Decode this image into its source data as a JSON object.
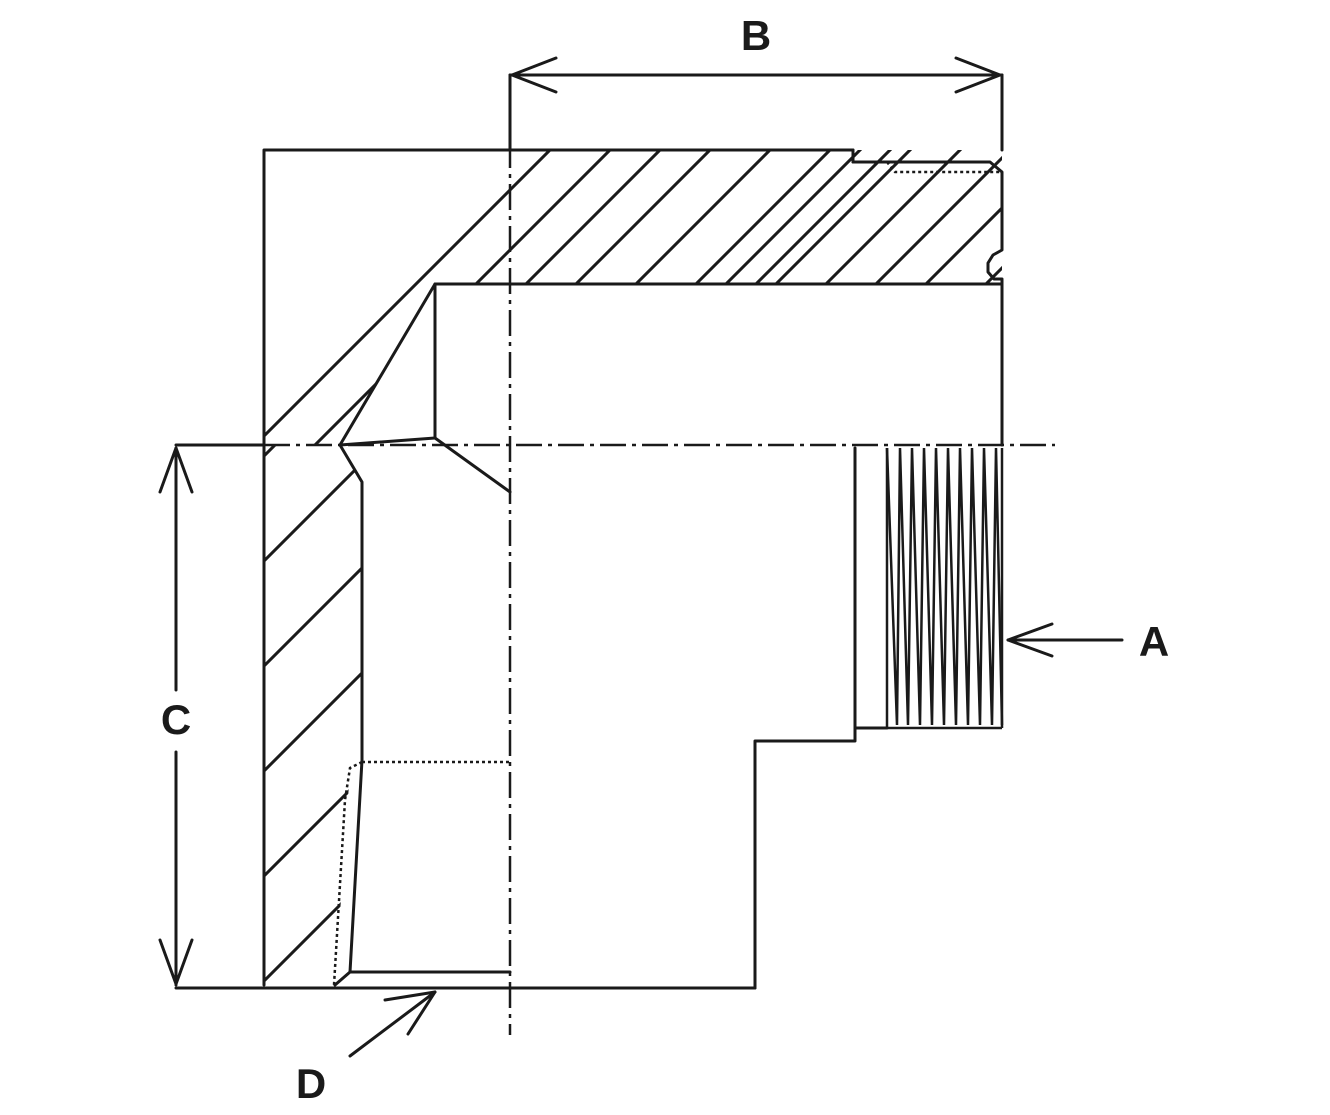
{
  "labels": {
    "a": "A",
    "b": "B",
    "c": "C",
    "d": "D"
  },
  "colors": {
    "line": "#1a1a1a",
    "background": "#ffffff"
  }
}
